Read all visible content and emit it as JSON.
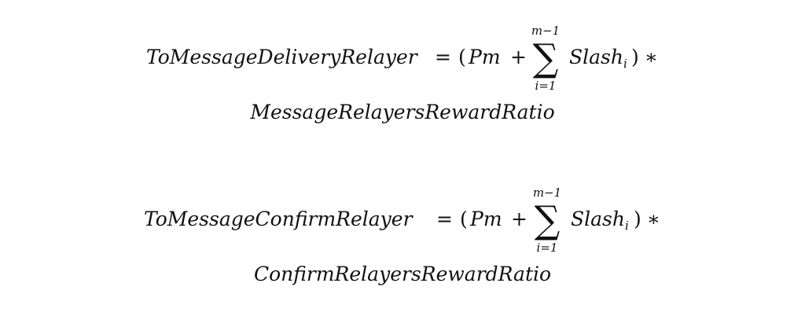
{
  "formulas": [
    {
      "lhs": "ToMessageDeliveryRelayer",
      "equals": "=",
      "open_paren": "(",
      "pm": "Pm",
      "plus": "+",
      "sum_upper": "m−1",
      "sum_symbol": "∑",
      "sum_lower": "i=1",
      "slash": "Slash",
      "slash_sub": "i",
      "close_paren": ")",
      "times": "∗",
      "ratio": "MessageRelayersRewardRatio"
    },
    {
      "lhs": "ToMessageConfirmRelayer",
      "equals": "=",
      "open_paren": "(",
      "pm": "Pm",
      "plus": "+",
      "sum_upper": "m−1",
      "sum_symbol": "∑",
      "sum_lower": "i=1",
      "slash": "Slash",
      "slash_sub": "i",
      "close_paren": ")",
      "times": "∗",
      "ratio": "ConfirmRelayersRewardRatio"
    }
  ]
}
